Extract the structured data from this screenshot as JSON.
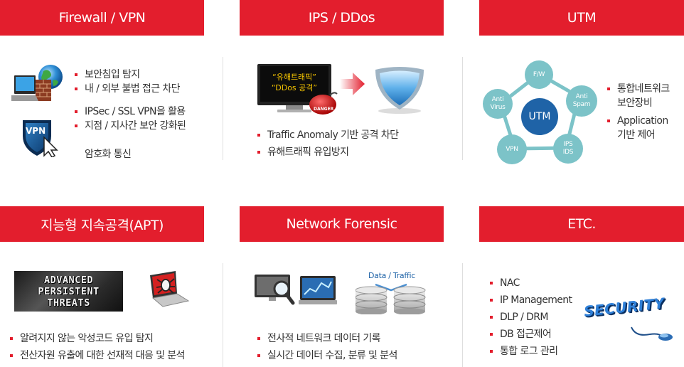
{
  "sections": {
    "firewall": {
      "title": "Firewall / VPN",
      "items": [
        "보안침입 탐지",
        "내 / 외부 불법 접근 차단",
        "IPSec / SSL VPN을 활용",
        "지점 / 지사간 보안 강화된",
        "암호화 통신"
      ],
      "icons": [
        "globe-laptop-firewall-icon",
        "vpn-shield-icon"
      ],
      "vpn_badge": "VPN"
    },
    "ips": {
      "title": "IPS / DDos",
      "items": [
        "Traffic Anomaly 기반 공격 차단",
        "유해트래픽 유입방지"
      ],
      "monitor_line1": "“유해트래픽”",
      "monitor_line2": "“DDos 공격”",
      "danger_label": "DANGER",
      "icons": [
        "monitor-icon",
        "danger-bomb-icon",
        "arrow-right-icon",
        "shield-icon"
      ]
    },
    "utm": {
      "title": "UTM",
      "center": "UTM",
      "nodes": [
        "F/W",
        "Anti Spam",
        "IPS IDS",
        "VPN",
        "Anti Virus"
      ],
      "items": [
        "통합네트워크",
        "보안장비",
        "Application",
        "기반 제어"
      ]
    },
    "apt": {
      "title": "지능형 지속공격(APT)",
      "banner": [
        "ADVANCED",
        "PERSISTENT",
        "THREATS"
      ],
      "items": [
        "알려지지 않는 악성코드 유입 탐지",
        "전산자원 유출에 대한 선재적 대응 및 분석"
      ],
      "icons": [
        "laptop-bug-icon"
      ]
    },
    "forensic": {
      "title": "Network Forensic",
      "data_label": "Data / Traffic",
      "items": [
        "전사적 네트워크 데이터 기록",
        "실시간 데이터 수집, 분류 및 분석"
      ],
      "icons": [
        "magnifier-monitor-icon",
        "database-icon"
      ]
    },
    "etc": {
      "title": "ETC.",
      "items": [
        "NAC",
        "IP Management",
        "DLP / DRM",
        "DB 접근제어",
        "통합 로그 관리"
      ],
      "security_word": "SECURITY",
      "icons": [
        "security-mouse-icon"
      ]
    }
  },
  "colors": {
    "accent": "#e31e2d",
    "utm_node": "#7cc3c8",
    "utm_center": "#1f63a7"
  }
}
